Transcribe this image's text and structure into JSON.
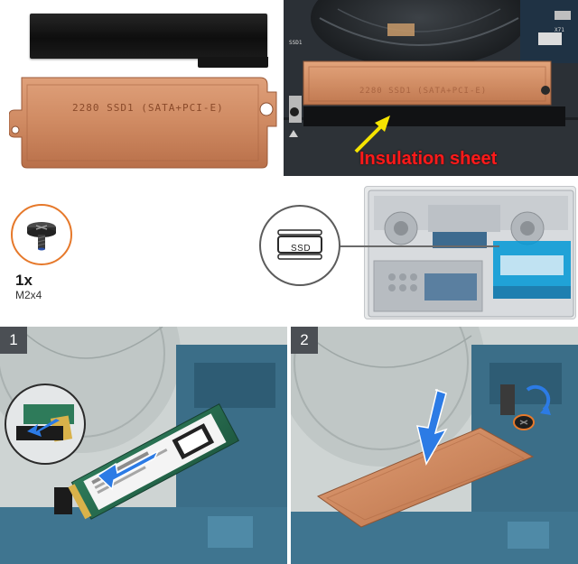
{
  "parts_photo": {
    "shield_label": "2280 SSD1 (SATA+PCI-E)"
  },
  "insulation_photo": {
    "callout": "Insulation sheet",
    "shield_label": "2280 SSD1 (SATA+PCI-E)",
    "board_label": "SSD1",
    "board_label_2": "X71"
  },
  "screw": {
    "quantity": "1x",
    "size": "M2x4"
  },
  "locator": {
    "label": "SSD"
  },
  "steps": [
    {
      "number": "1"
    },
    {
      "number": "2"
    }
  ],
  "colors": {
    "callout_text": "#ff1a1a",
    "callout_arrow": "#f5e400",
    "screw_ring": "#e6792b",
    "copper": "#c9835a",
    "step_badge": "#4b4f54",
    "action_arrow": "#2c7be5",
    "highlight": "#0098d6"
  }
}
